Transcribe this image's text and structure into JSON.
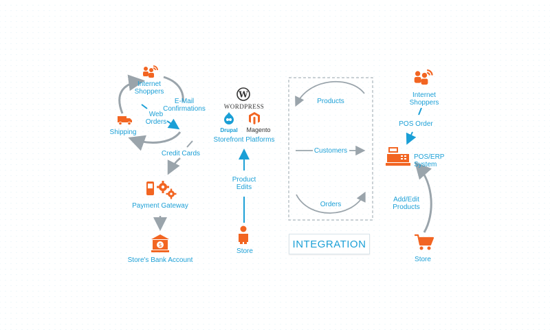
{
  "colors": {
    "accent": "#1a9fd6",
    "icon": "#f26522",
    "arrow": "#9aa4ab"
  },
  "left": {
    "internet_shoppers": "Internet\nShoppers",
    "email_confirmations": "E-Mail\nConfirmations",
    "web_orders": "Web\nOrders",
    "shipping": "Shipping",
    "credit_cards": "Credit Cards",
    "payment_gateway": "Payment Gateway",
    "bank_account": "Store's Bank Account"
  },
  "middle": {
    "wordpress": "WordPress",
    "drupal": "Drupal",
    "magento": "Magento",
    "storefront_platforms": "Storefront Platforms",
    "product_edits": "Product\nEdits",
    "store": "Store"
  },
  "integration": {
    "products": "Products",
    "customers": "Customers",
    "orders": "Orders",
    "title": "INTEGRATION"
  },
  "right": {
    "internet_shoppers": "Internet\nShoppers",
    "pos_order": "POS Order",
    "pos_erp": "POS/ERP\nSystem",
    "add_edit_products": "Add/Edit\nProducts",
    "store": "Store"
  }
}
